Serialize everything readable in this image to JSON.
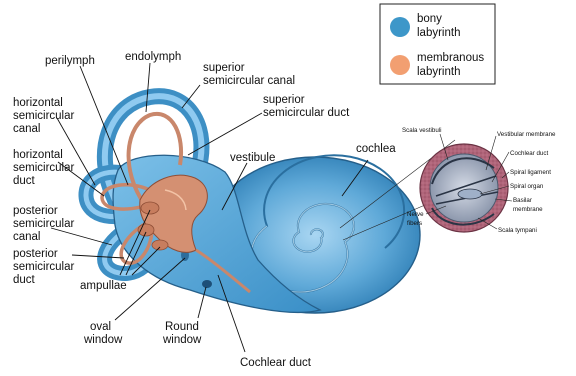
{
  "legend": {
    "bony": [
      "bony",
      "labyrinth"
    ],
    "membranous": [
      "membranous",
      "labyrinth"
    ]
  },
  "colors": {
    "bony": "#3d97c9",
    "membranous": "#f29f71",
    "bony_fill": "#6fb4de",
    "membranous_fill": "#d49072",
    "cross_section": "#b0657a"
  },
  "labels": {
    "perilymph": [
      "perilymph"
    ],
    "endolymph": [
      "endolymph"
    ],
    "superior_canal": [
      "superior",
      "semicircular canal"
    ],
    "superior_duct": [
      "superior",
      "semicircular duct"
    ],
    "horizontal_canal": [
      "horizontal",
      "semicircular",
      "canal"
    ],
    "horizontal_duct": [
      "horizontal",
      "semicircular",
      "duct"
    ],
    "vestibule": [
      "vestibule"
    ],
    "cochlea": [
      "cochlea"
    ],
    "posterior_canal": [
      "posterior",
      "semicircular",
      "canal"
    ],
    "posterior_duct": [
      "posterior",
      "semicircular",
      "duct"
    ],
    "ampullae": [
      "ampullae"
    ],
    "oval_window": [
      "oval",
      "window"
    ],
    "round_window": [
      "Round",
      "window"
    ],
    "cochlear_duct": [
      "Cochlear duct"
    ]
  },
  "cross_section_labels": {
    "scala_vestibuli": "Scala vestibuli",
    "vestibular_membrane": "Vestibular membrane",
    "cochlear_duct": "Cochlear duct",
    "spiral_ligament": "Spiral ligament",
    "spiral_organ": "Spiral organ",
    "basilar_membrane": [
      "Basilar",
      "membrane"
    ],
    "nerve_fibers": [
      "Nerve",
      "fibers"
    ],
    "scala_tympani": "Scala tympani"
  }
}
